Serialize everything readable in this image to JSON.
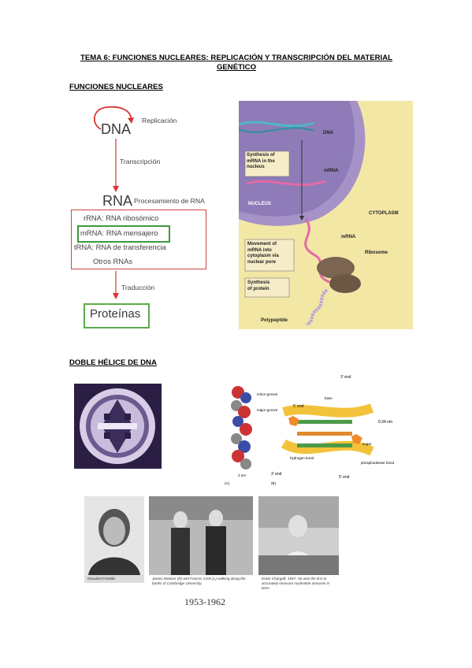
{
  "doc": {
    "title": "TEMA 6: FUNCIONES NUCLEARES: REPLICACIÓN Y TRANSCRIPCIÓN DEL MATERIAL GENÉTICO",
    "section1_heading": "FUNCIONES NUCLEARES",
    "section2_heading": "DOBLE HÉLICE DE DNA"
  },
  "flow": {
    "dna": "DNA",
    "replicacion": "Replicación",
    "transcripcion": "Transcripción",
    "rna": "RNA",
    "procesamiento": "Procesamiento de RNA",
    "items": [
      "rRNA: RNA ribosómico",
      "mRNA: RNA mensajero",
      "tRNA: RNA de transferencia",
      "Otros RNAs"
    ],
    "traduccion": "Traducción",
    "proteinas": "Proteínas"
  },
  "cell": {
    "dna": "DNA",
    "synthesis_mrna": [
      "Synthesis of",
      "mRNA in the",
      "nucleus"
    ],
    "mrna_top": "mRNA",
    "nucleus": "NUCLEUS",
    "cytoplasm": "CYTOPLASM",
    "movement": [
      "Movement of",
      "mRNA into",
      "cytoplasm via",
      "nuclear pore"
    ],
    "mrna_mid": "mRNA",
    "ribosome": "Ribosome",
    "synthesis_protein": [
      "Synthesis",
      "of protein"
    ],
    "polypeptide": "Polypeptide"
  },
  "helix": {
    "end_top": "3' end",
    "end_5": "5' end",
    "minor_groove": "minor groove",
    "major_groove": "major groove",
    "distance": "0.34 nm",
    "sugar": "sugar",
    "hydrogen_bond": "hydrogen bond",
    "phosphodiester": "phosphodiester bond",
    "base": "base",
    "end_3b": "3' end",
    "end_5b": "5' end",
    "scale": "2 nm",
    "label_a": "(A)",
    "label_b": "(B)"
  },
  "photos": {
    "caption1": "Rosalind Franklin",
    "caption2": "James Watson (R) and Francis Crick (L) walking along the banks of Cambridge University.",
    "caption3": "Erwin Chargaff, 1947. He was the first to accurately measure nucleotide amounts in DNA.",
    "years": "1953-1962"
  }
}
